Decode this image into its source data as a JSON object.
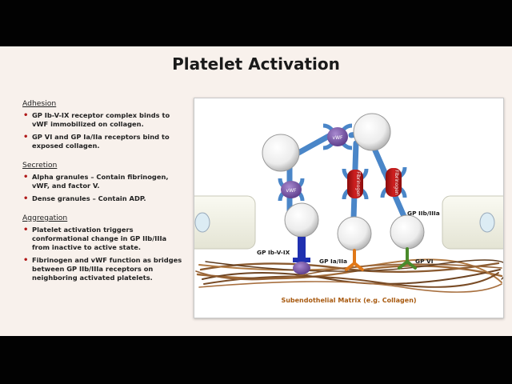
{
  "slide": {
    "title": "Platelet Activation"
  },
  "adhesion": {
    "heading": "Adhesion",
    "bullets": [
      "GP Ib-V-IX receptor complex binds to vWF immobilized on collagen.",
      "GP VI and GP Ia/IIa receptors bind to exposed collagen."
    ]
  },
  "secretion": {
    "heading": "Secretion",
    "bullets": [
      "Alpha granules – Contain fibrinogen, vWF, and factor V.",
      "Dense granules – Contain ADP."
    ]
  },
  "aggregation": {
    "heading": "Aggregation",
    "bullets": [
      "Platelet activation triggers conformational change in GP IIb/IIIa from inactive to active state.",
      "Fibrinogen and vWF function as bridges between GP IIb/IIIa receptors on neighboring activated platelets."
    ]
  },
  "diagram": {
    "labels": {
      "gp_ib": "GP Ib-V-IX",
      "gp_ia": "GP Ia/IIa",
      "gp_vi": "GP VI",
      "gp_iib": "GP IIb/IIIa"
    },
    "proteins": {
      "vwf": "vWF",
      "fibrinogen": "Fibrinogen"
    },
    "matrix_label": "Subendothelial Matrix (e.g. Collagen)",
    "colors": {
      "receptor_blue": "#4a86c8",
      "vwf_purple": "#7a5aa8",
      "fibrinogen_red": "#b81818",
      "gp_ib_blue": "#2030b0",
      "gp_ia_orange": "#e07818",
      "gp_vi_green": "#4a8a2a",
      "collagen_brown": "#8a5a30"
    }
  }
}
